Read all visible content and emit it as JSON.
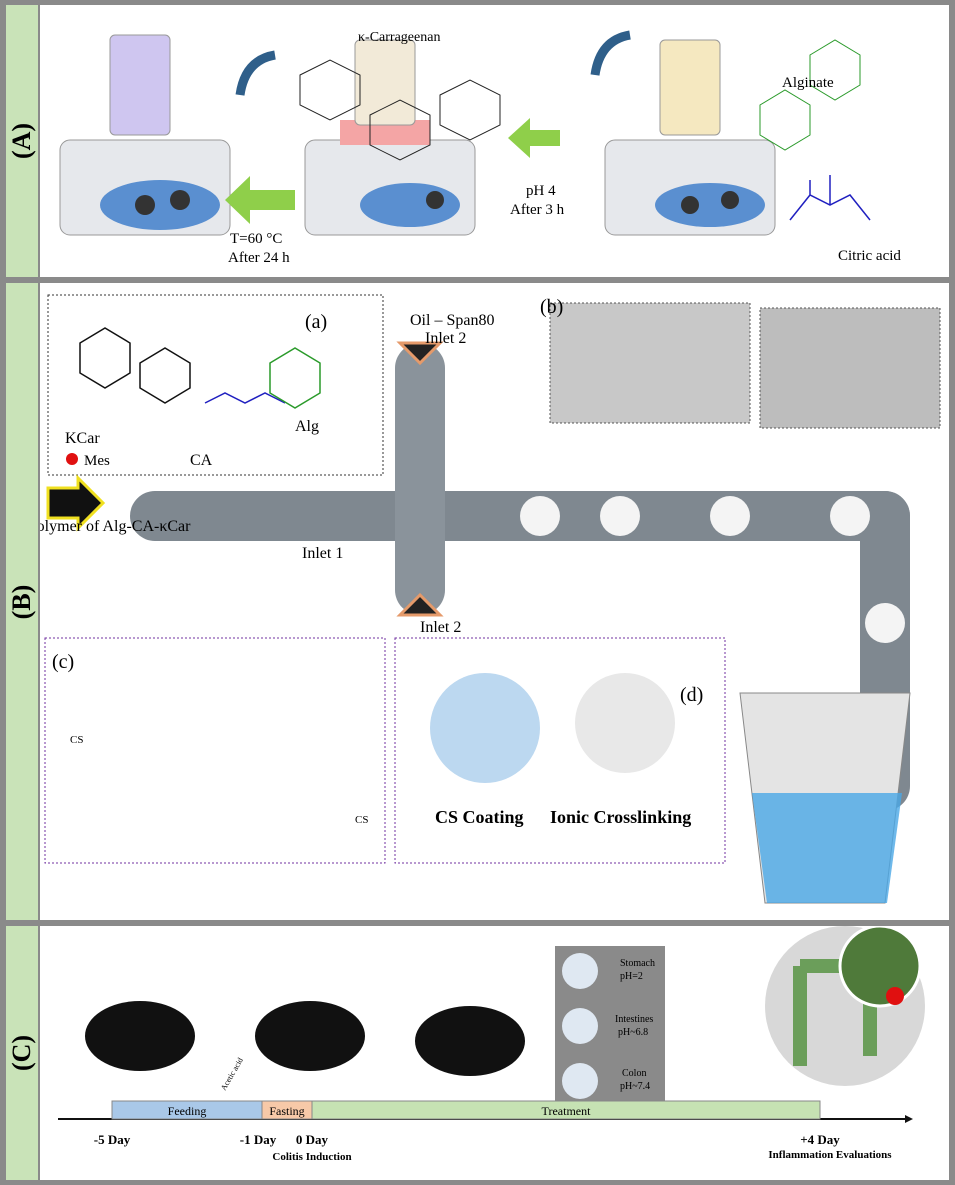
{
  "panels": {
    "a": "(A)",
    "b": "(B)",
    "c": "(C)"
  },
  "panel_a": {
    "carrageenan": "κ-Carrageenan",
    "alginate": "Alginate",
    "citric": "Citric acid",
    "step1": "pH 4",
    "step1b": "After 3 h",
    "step2": "T=60 °C",
    "step2b": "After 24 h"
  },
  "panel_b": {
    "sub_a": "(a)",
    "sub_b": "(b)",
    "sub_c": "(c)",
    "sub_d": "(d)",
    "kcar": "KCar",
    "ca": "CA",
    "alg": "Alg",
    "mes": "Mes",
    "oil": "Oil – Span80",
    "inlet2_top": "Inlet 2",
    "inlet2_bottom": "Inlet 2",
    "inlet1": "Inlet 1",
    "copolymer": "Copolymer of Alg-CA-κCar",
    "cs": "CS",
    "cs2": "CS",
    "cs_coating": "CS Coating",
    "ionic": "Ionic Crosslinking"
  },
  "panel_c": {
    "stomach": "Stomach",
    "stomach_ph": "pH=2",
    "intestines": "Intestines",
    "intestines_ph": "pH~6.8",
    "colon": "Colon",
    "colon_ph": "pH~7.4",
    "acetic": "Acetic acid",
    "phases": [
      {
        "label": "Feeding",
        "color": "#a9c8e8"
      },
      {
        "label": "Fasting",
        "color": "#f7c9a8"
      },
      {
        "label": "Treatment",
        "color": "#c6e2b3"
      }
    ],
    "days": [
      "-5 Day",
      "-1 Day",
      "0 Day",
      "+4 Day"
    ],
    "colitis": "Colitis Induction",
    "evaluation": "Inflammation Evaluations"
  }
}
